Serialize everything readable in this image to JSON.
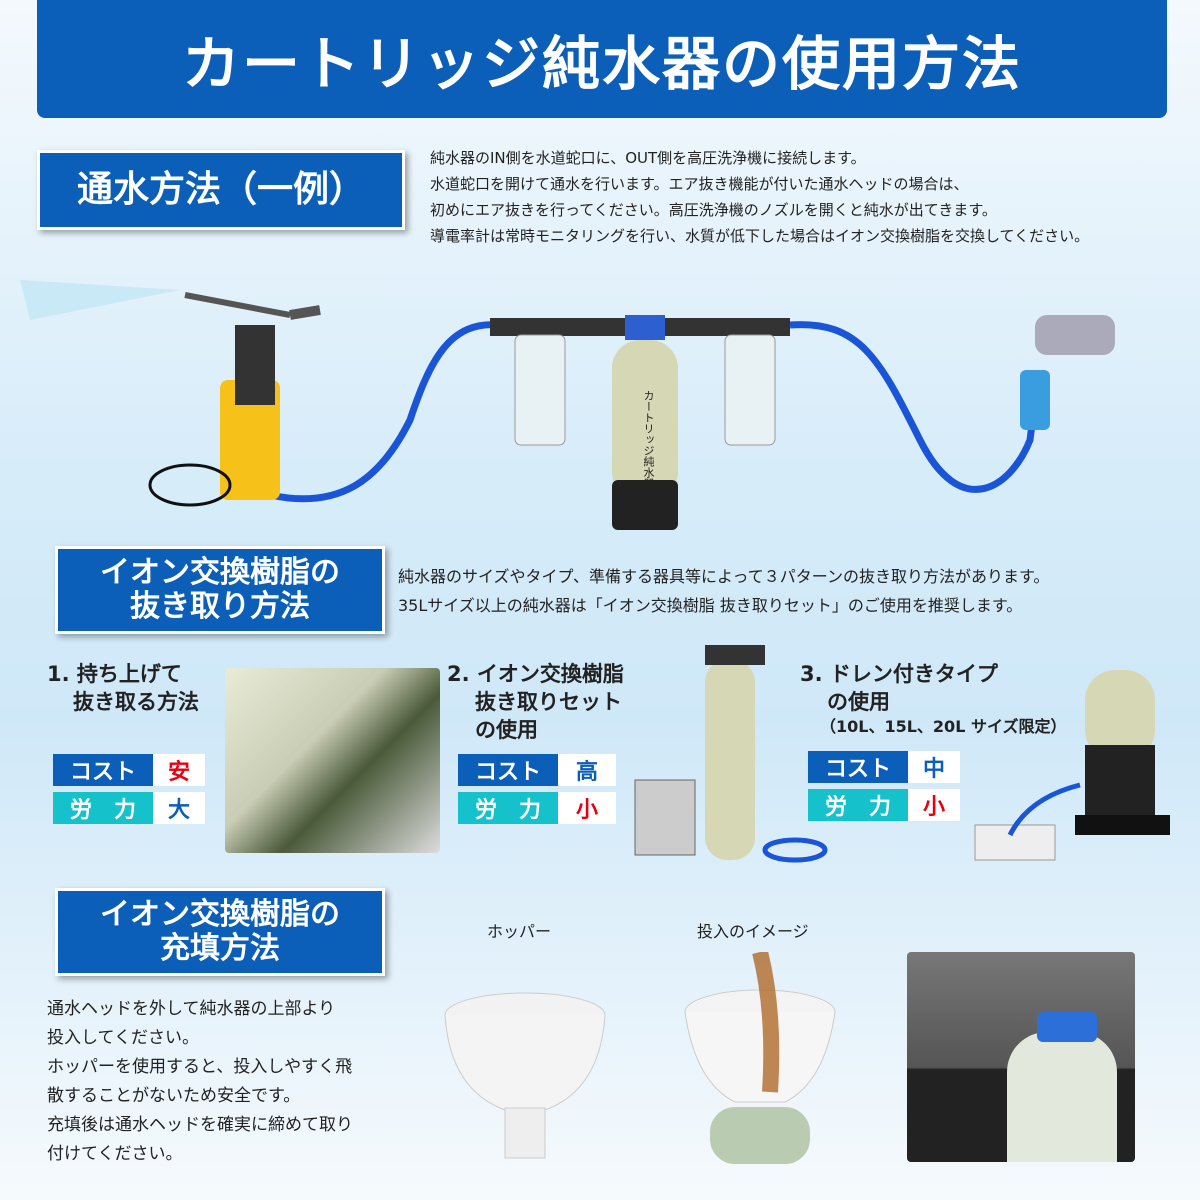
{
  "title": "カートリッジ純水器の使用方法",
  "section1": {
    "heading": "通水方法（一例）",
    "lines": [
      "純水器のIN側を水道蛇口に、OUT側を高圧洗浄機に接続します。",
      "水道蛇口を開けて通水を行います。エア抜き機能が付いた通水ヘッドの場合は、",
      "初めにエア抜きを行ってください。高圧洗浄機のノズルを開くと純水が出てきます。",
      "導電率計は常時モニタリングを行い、水質が低下した場合はイオン交換樹脂を交換してください。"
    ],
    "product_label": "カートリッジ純水器"
  },
  "section2": {
    "heading_line1": "イオン交換樹脂の",
    "heading_line2": "抜き取り方法",
    "lines": [
      "純水器のサイズやタイプ、準備する器具等によって３パターンの抜き取り方法があります。",
      "35Lサイズ以上の純水器は「イオン交換樹脂 抜き取りセット」のご使用を推奨します。"
    ],
    "cost_label": "コスト",
    "labor_label": "労　力",
    "methods": [
      {
        "line1": "1. 持ち上げて",
        "line2": "抜き取る方法",
        "line3": "",
        "note": "",
        "cost": "安",
        "cost_color": "#e60012",
        "labor": "大",
        "labor_color": "#0b5fb8"
      },
      {
        "line1": "2. イオン交換樹脂",
        "line2": "抜き取りセット",
        "line3": "の使用",
        "note": "",
        "cost": "高",
        "cost_color": "#0b5fb8",
        "labor": "小",
        "labor_color": "#e60012"
      },
      {
        "line1": "3. ドレン付きタイプ",
        "line2": "の使用",
        "line3": "",
        "note": "（10L、15L、20L サイズ限定）",
        "cost": "中",
        "cost_color": "#0b5fb8",
        "labor": "小",
        "labor_color": "#e60012"
      }
    ]
  },
  "section3": {
    "heading_line1": "イオン交換樹脂の",
    "heading_line2": "充填方法",
    "lines": [
      "通水ヘッドを外して純水器の上部より",
      "投入してください。",
      "ホッパーを使用すると、投入しやすく飛",
      "散することがないため安全です。",
      "充填後は通水ヘッドを確実に締めて取り",
      "付けてください。"
    ],
    "caption_hopper": "ホッパー",
    "caption_image": "投入のイメージ"
  },
  "colors": {
    "primary": "#0b5fb8",
    "teal": "#15c2cc",
    "red": "#e60012"
  }
}
